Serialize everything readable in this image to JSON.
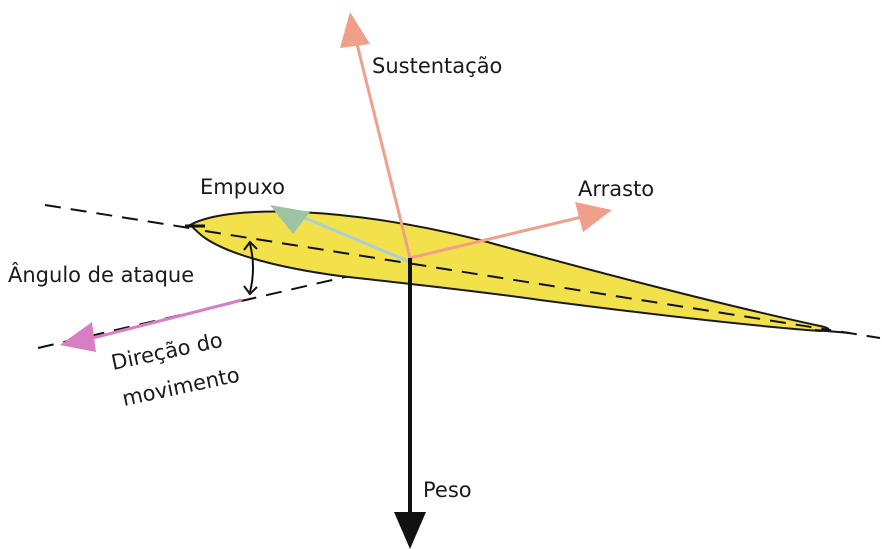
{
  "diagram": {
    "labels": {
      "lift": "Sustentação",
      "thrust": "Empuxo",
      "drag": "Arrasto",
      "angle_of_attack": "Ângulo de ataque",
      "direction_line1": "Direção do",
      "direction_line2": "movimento",
      "weight": "Peso"
    },
    "colors": {
      "airfoil_fill": "#f2e14a",
      "airfoil_stroke": "#1a1a1a",
      "lift_arrow": "#f0a08a",
      "drag_arrow": "#f0a08a",
      "thrust_arrow": "#9cc4a4",
      "thrust_shaft": "#a8d0dc",
      "direction_arrow": "#d77fc2",
      "weight_arrow": "#111111"
    }
  }
}
